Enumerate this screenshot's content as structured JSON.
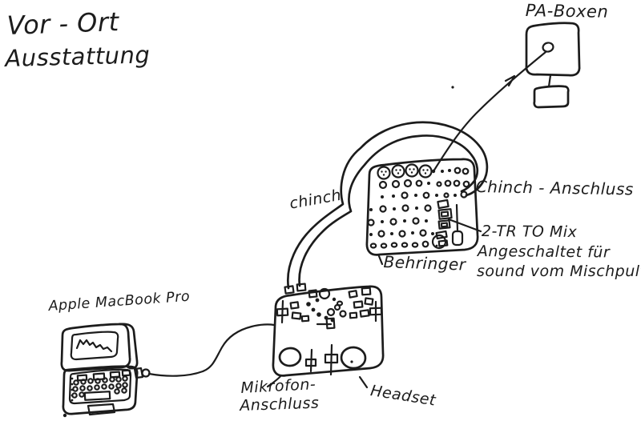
{
  "page": {
    "background": "#ffffff",
    "ink": "#1c1c1c"
  },
  "title": {
    "line1": "Vor - Ort",
    "line2": "Ausstattung"
  },
  "pa_speaker": {
    "label": "PA-Boxen"
  },
  "mixer": {
    "label": "Behringer",
    "cable_label": "chinch",
    "output_label": "Chinch - Anschluss",
    "note": {
      "line1": "2-TR TO Mix",
      "line2": "Angeschaltet für",
      "line3": "sound vom Mischpult"
    }
  },
  "laptop": {
    "label": "Apple MacBook Pro"
  },
  "audio_interface": {
    "mic_label_line1": "Mikrofon-",
    "mic_label_line2": "Anschluss",
    "headset_label": "Headset"
  }
}
